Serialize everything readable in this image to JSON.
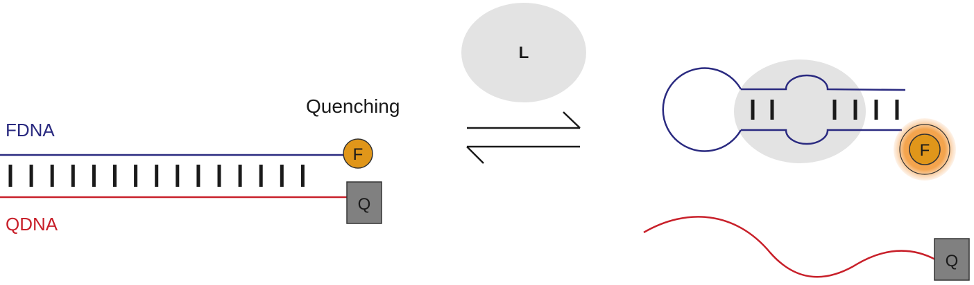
{
  "labels": {
    "fdna": "FDNA",
    "qdna": "QDNA",
    "quenching": "Quenching",
    "ligand": "L",
    "fluorophore": "F",
    "quencher": "Q"
  },
  "colors": {
    "fdna_strand": "#2a2a80",
    "qdna_strand": "#c8202a",
    "fluorophore_fill": "#e0961a",
    "fluorophore_glow": "#f29a3a",
    "quencher_fill": "#808080",
    "ligand_fill": "#e3e3e3",
    "base_pair": "#1a1a1a"
  },
  "left_duplex": {
    "base_pair_count": 15
  },
  "right_aptamer": {
    "base_pairs_left_group": 2,
    "base_pairs_right_group": 4
  },
  "equilibrium_arrow": "reversible"
}
